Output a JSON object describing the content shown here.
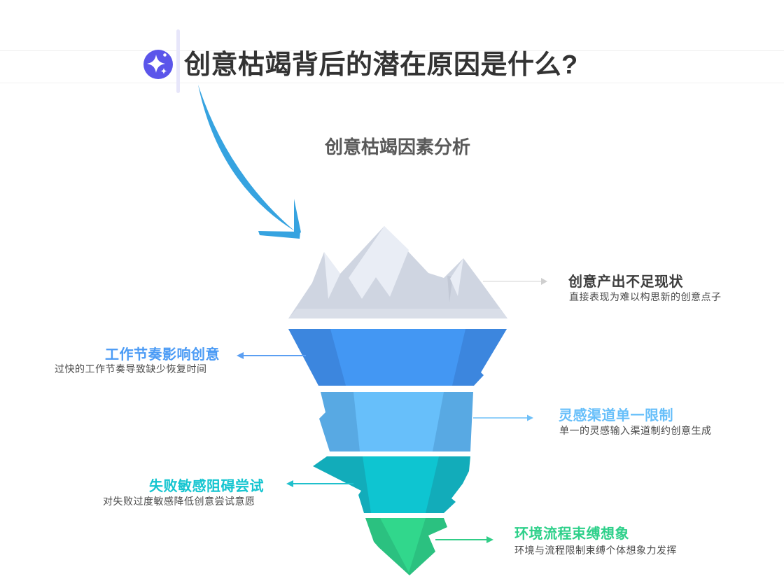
{
  "header": {
    "icon": "ai-sparkle-icon",
    "title": "创意枯竭背后的潜在原因是什么?"
  },
  "chart": {
    "title": "创意枯竭因素分析",
    "type": "iceberg-funnel",
    "levels": [
      {
        "title": "创意产出不足现状",
        "desc": "直接表现为难以构思新的创意点子",
        "side": "right",
        "label_color": "#3d3d3d",
        "shape_color": "#cfd5e1"
      },
      {
        "title": "工作节奏影响创意",
        "desc": "过快的工作节奏导致缺少恢复时间",
        "side": "left",
        "label_color": "#4b9bf5",
        "shape_color": "#4397f3"
      },
      {
        "title": "灵感渠道单一限制",
        "desc": "单一的灵感输入渠道制约创意生成",
        "side": "right",
        "label_color": "#67bffa",
        "shape_color": "#67bffa"
      },
      {
        "title": "失败敏感阻碍尝试",
        "desc": "对失败过度敏感降低创意尝试意愿",
        "side": "left",
        "label_color": "#15c5d0",
        "shape_color": "#0ec5d1"
      },
      {
        "title": "环境流程束缚想象",
        "desc": "环境与流程限制束缚个体想象力发挥",
        "side": "right",
        "label_color": "#2ed08a",
        "shape_color": "#31d78c"
      }
    ]
  },
  "colors": {
    "icon_accent": "#5b55ea",
    "hand_arrow": "#36a3e0",
    "mountain_base": "#cfd5e1",
    "mountain_facet": "#e9edf5",
    "layer1_center": "#4397f3",
    "layer1_side": "#3c86de",
    "layer2_center": "#67bffa",
    "layer2_side": "#58a9e3",
    "layer3_center": "#0ec5d1",
    "layer3_side": "#12acba",
    "layer4_center": "#31d78c",
    "layer4_side": "#2bc180"
  }
}
